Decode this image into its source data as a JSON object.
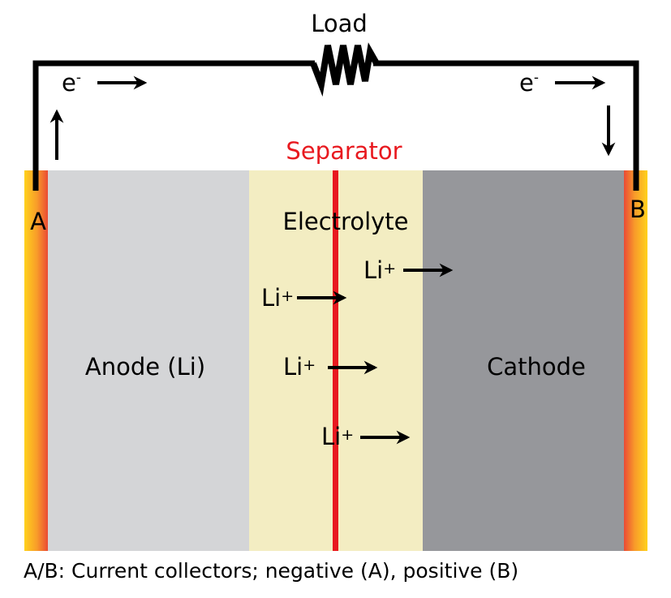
{
  "diagram": {
    "title": "Load",
    "separator_label": "Separator",
    "electrolyte_label": "Electrolyte",
    "anode_label": "Anode (Li)",
    "cathode_label": "Cathode",
    "terminal_a": "A",
    "terminal_b": "B",
    "electron_label": "e",
    "electron_sup": "-",
    "ion_label": "Li",
    "ion_sup": "+",
    "caption": "A/B: Current collectors; negative (A), positive (B)"
  },
  "colors": {
    "anode": "#d4d5d7",
    "electrolyte": "#f3edc2",
    "cathode": "#96979b",
    "separator": "#e8191f",
    "collector_gold": "#ffd21c",
    "collector_red": "#ea4a35",
    "wire": "#000000"
  }
}
